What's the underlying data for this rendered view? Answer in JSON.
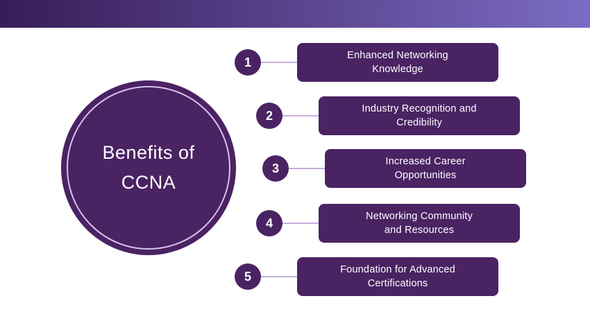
{
  "colors": {
    "primary": "#4a2363",
    "grad-from": "#371c57",
    "grad-to": "#7b6cc4",
    "ring": "#d9c3ee",
    "connector": "#c5aede"
  },
  "circle": {
    "line1": "Benefits of",
    "line2": "CCNA"
  },
  "items": [
    {
      "number": "1",
      "line1": "Enhanced Networking",
      "line2": "Knowledge"
    },
    {
      "number": "2",
      "line1": "Industry Recognition and",
      "line2": "Credibility"
    },
    {
      "number": "3",
      "line1": "Increased Career",
      "line2": "Opportunities"
    },
    {
      "number": "4",
      "line1": "Networking Community",
      "line2": "and Resources"
    },
    {
      "number": "5",
      "line1": "Foundation for Advanced",
      "line2": "Certifications"
    }
  ]
}
